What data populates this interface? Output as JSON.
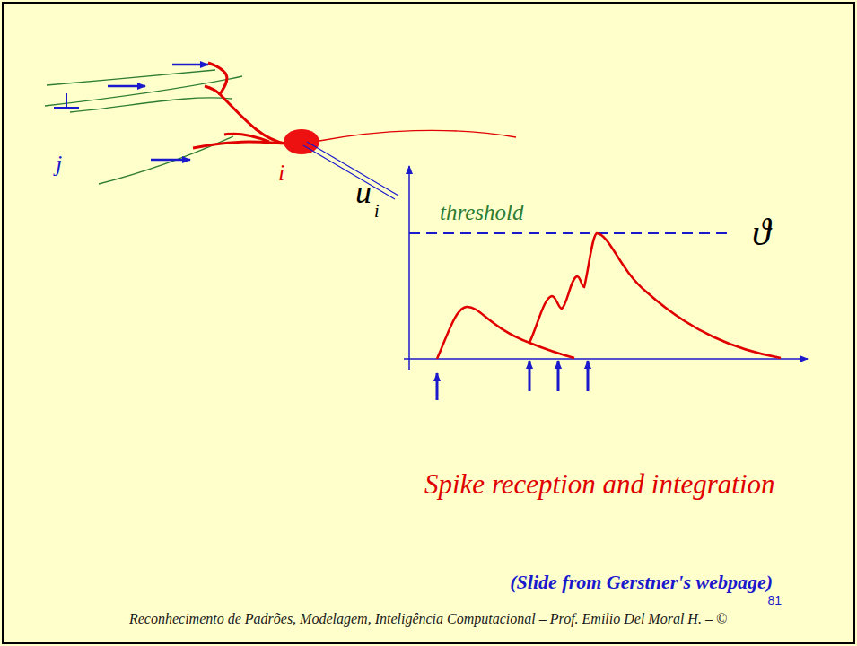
{
  "diagram": {
    "labels": [
      "j",
      "i",
      "u",
      "i",
      "threshold",
      "ϑ",
      "Spike reception and integration",
      "(Slide from Gerstner's webpage)",
      "81",
      "Reconhecimento de Padrões, Modelagem, Inteligência Computacional – Prof. Emilio Del Moral H. – ©"
    ]
  }
}
